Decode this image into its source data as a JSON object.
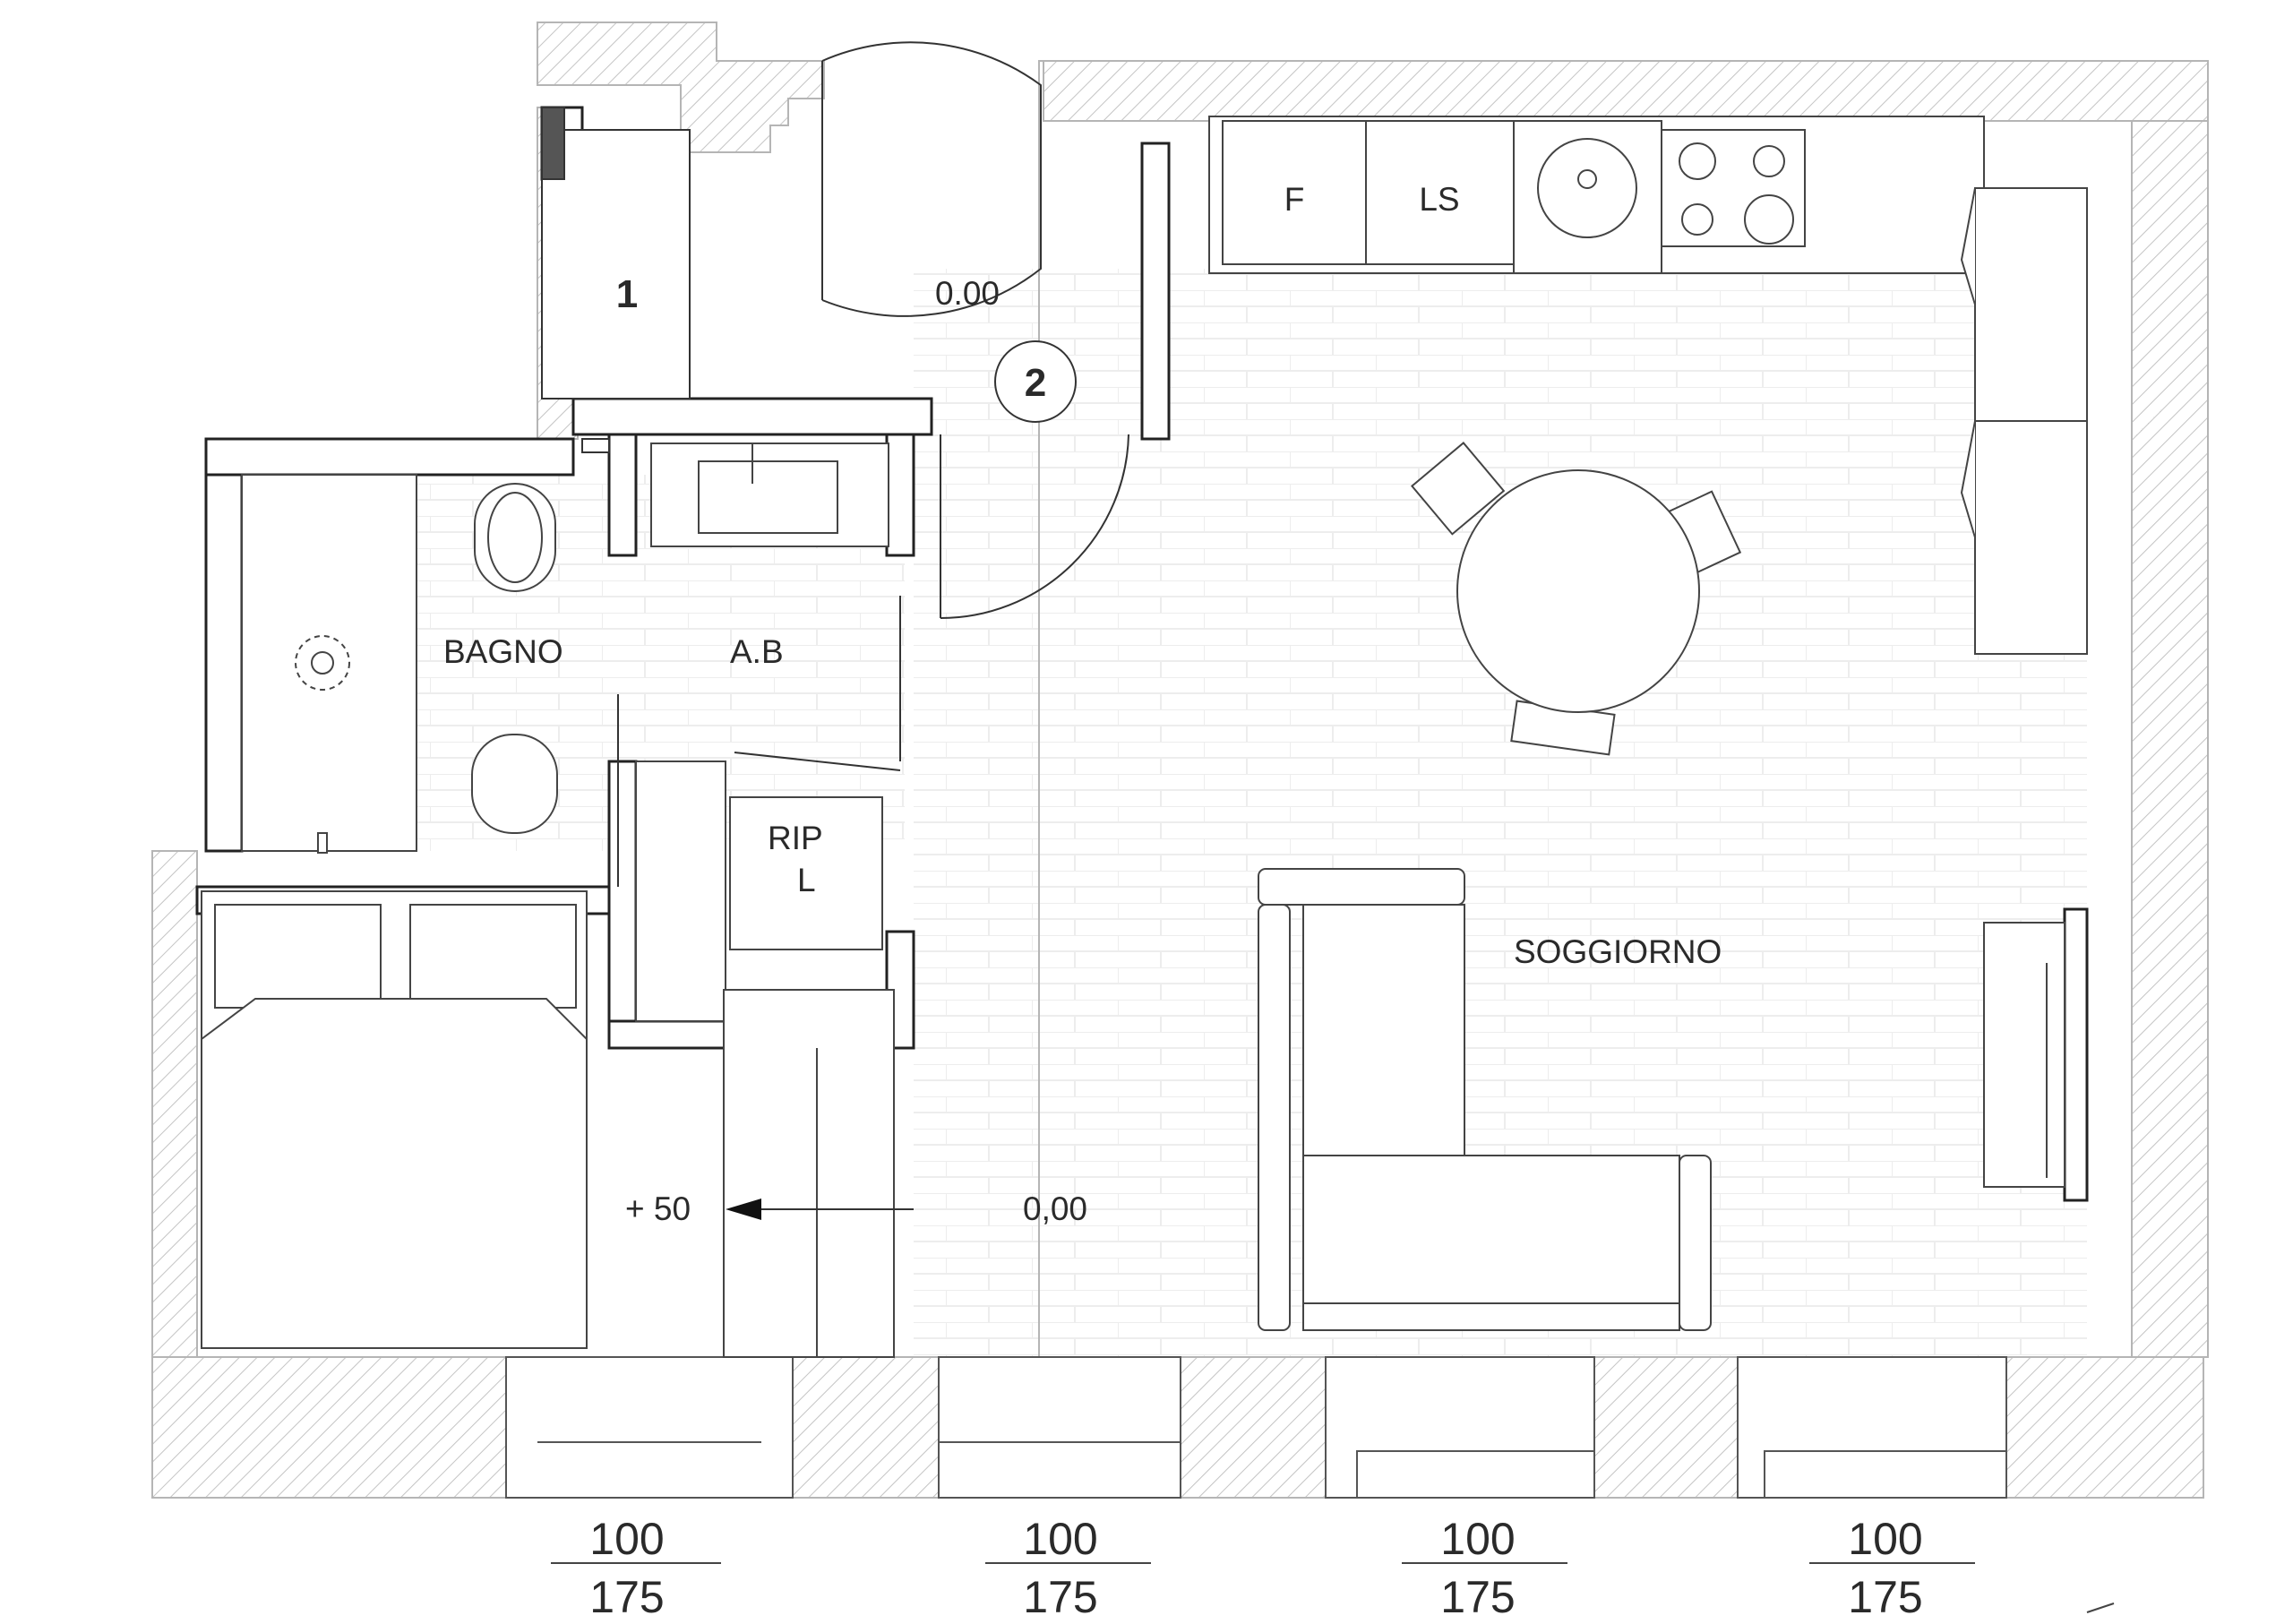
{
  "plan": {
    "room_labels": {
      "bagno": "BAGNO",
      "ab": "A.B",
      "rip": "RIP",
      "rip_sub": "L",
      "soggiorno": "SOGGIORNO"
    },
    "appliance_labels": {
      "fridge": "F",
      "washing_machine": "LS"
    },
    "entrance_markers": {
      "one": "1",
      "two": "2"
    },
    "levels": {
      "entry": "0.00",
      "floor": "0,00",
      "raised": "+ 50"
    },
    "windows": [
      {
        "width": "100",
        "height": "175"
      },
      {
        "width": "100",
        "height": "175"
      },
      {
        "width": "100",
        "height": "175"
      },
      {
        "width": "100",
        "height": "175"
      }
    ]
  }
}
